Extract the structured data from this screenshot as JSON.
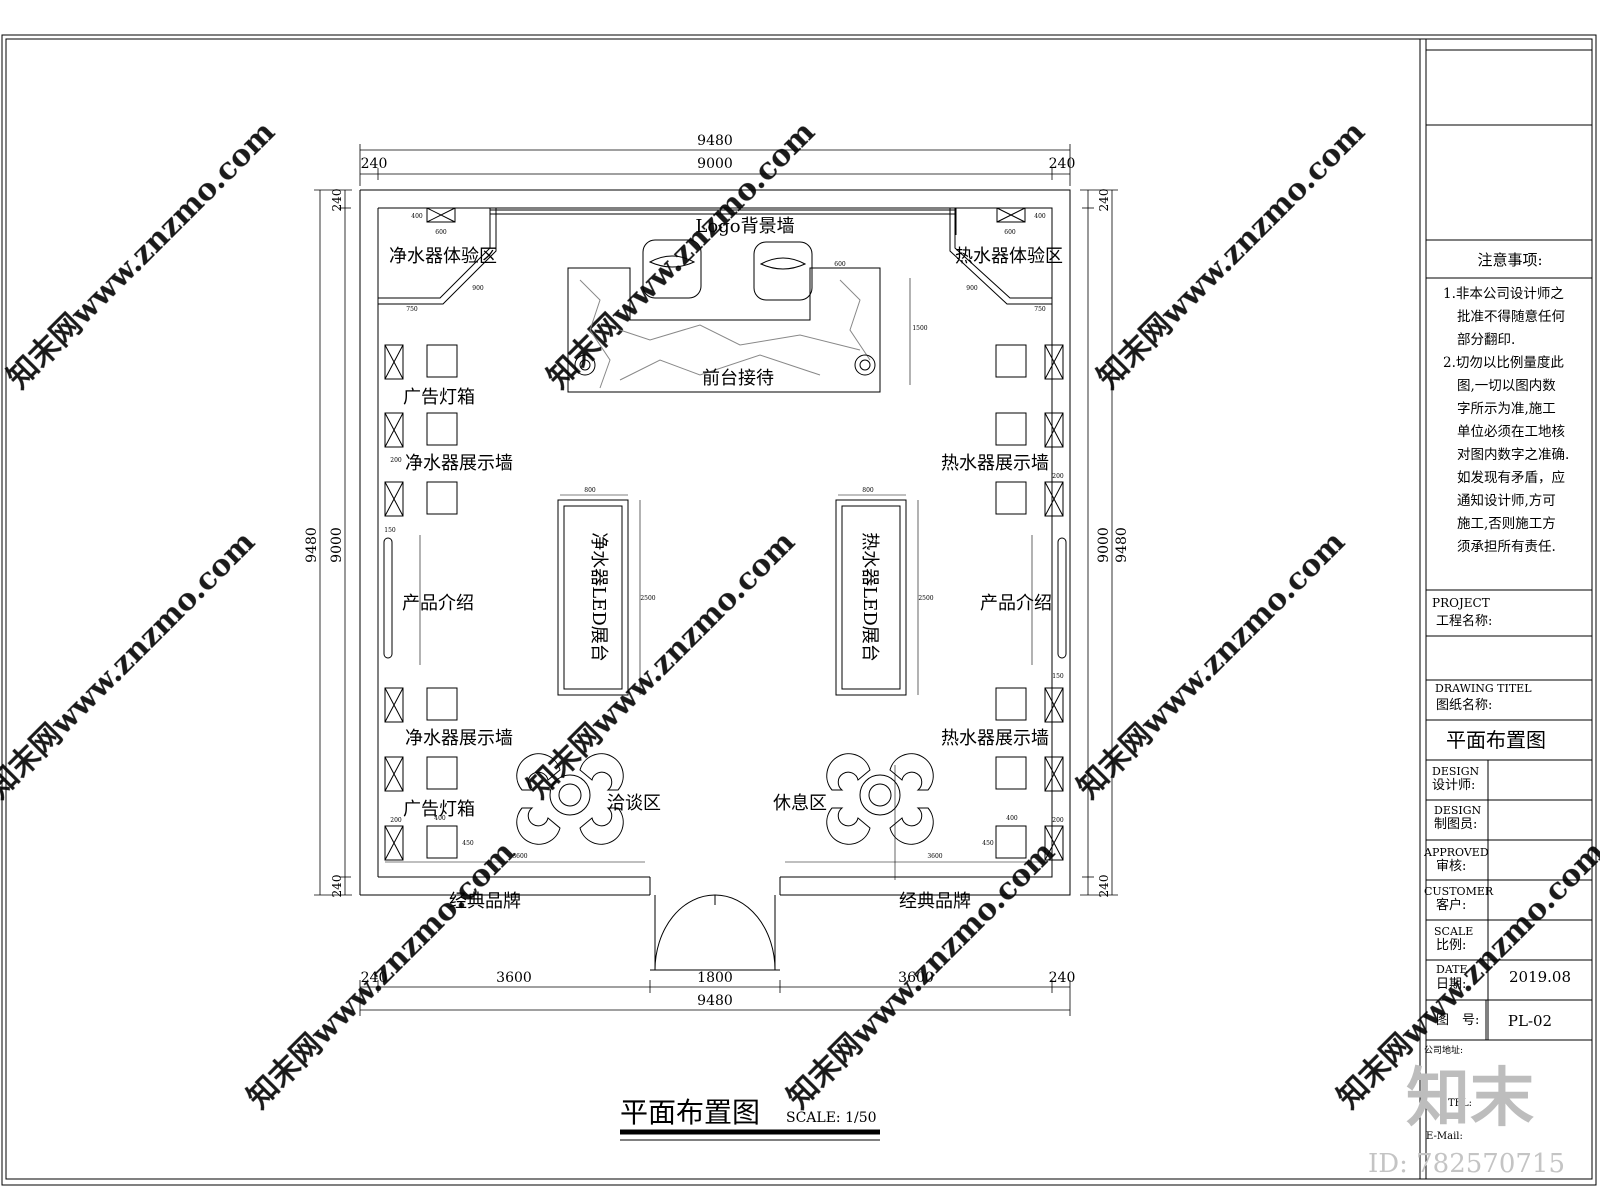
{
  "dims": {
    "top_total": "9480",
    "top_inner": "9000",
    "top_wall_left": "240",
    "top_wall_right": "240",
    "left_total": "9480",
    "left_inner": "9000",
    "left_wall_top": "240",
    "left_wall_bottom": "240",
    "right_total": "9480",
    "right_inner": "9000",
    "right_wall_top": "240",
    "right_wall_bottom": "240",
    "bottom_wall_left": "240",
    "bottom_seg_left": "3600",
    "bottom_door": "1800",
    "bottom_seg_right": "3600",
    "bottom_wall_right": "240",
    "bottom_total": "9480"
  },
  "rooms": {
    "logo_wall": "Logo背景墙",
    "reception": "前台接待",
    "water_purifier_experience": "净水器体验区",
    "water_heater_experience": "热水器体验区",
    "ad_lightbox_top": "广告灯箱",
    "ad_lightbox_bottom": "广告灯箱",
    "purifier_display_wall_top": "净水器展示墙",
    "purifier_display_wall_bottom": "净水器展示墙",
    "heater_display_wall_top": "热水器展示墙",
    "heater_display_wall_bottom": "热水器展示墙",
    "product_intro_left": "产品介绍",
    "product_intro_right": "产品介绍",
    "purifier_led_stand": "净水器LED展台",
    "heater_led_stand": "热水器LED展台",
    "negotiation_area": "洽谈区",
    "rest_area": "休息区",
    "classic_brand_left": "经典品牌",
    "classic_brand_right": "经典品牌"
  },
  "small_dims": {
    "a400": "400",
    "a600": "600",
    "a750": "750",
    "a900": "900",
    "a1500": "1500",
    "a3600": "3600",
    "a2500": "2500",
    "a800": "800",
    "a200": "200",
    "a150": "150",
    "a450": "450"
  },
  "drawing_title": "平面布置图",
  "scale_label": "SCALE: 1/50",
  "title_block": {
    "notes_heading": "注意事项:",
    "notes": [
      "1.非本公司设计师之",
      "批准不得随意任何",
      "部分翻印.",
      "2.切勿以比例量度此",
      "图,一切以图内数",
      "字所示为准,施工",
      "单位必须在工地核",
      "对图内数字之准确.",
      "如发现有矛盾，应",
      "通知设计师,方可",
      "施工,否则施工方",
      "须承担所有责任."
    ],
    "project_en": "PROJECT",
    "project_cn": "工程名称:",
    "drawing_title_en": "DRAWING  TITEL",
    "drawing_title_cn": "图纸名称:",
    "drawing_name": "平面布置图",
    "designer_en": "DESIGN",
    "designer_cn": "设计师:",
    "drafter_en": "DESIGN",
    "drafter_cn": "制图员:",
    "approved_en": "APPROVED",
    "approved_cn": "审核:",
    "customer_en": "CUSTOMER",
    "customer_cn": "客户:",
    "scale_en": "SCALE",
    "scale_cn": "比例:",
    "date_en": "DATE",
    "date_cn": "日期:",
    "date_value": "2019.08",
    "drawing_no_label": "图　号:",
    "drawing_no": "PL-02",
    "address_label": "公司地址:",
    "tel_label": "TEL:",
    "email_label": "E-Mail:"
  },
  "watermark": {
    "text": "知末网www.znzmo.com",
    "logo": "知末",
    "id_text": "ID: 782570715"
  }
}
